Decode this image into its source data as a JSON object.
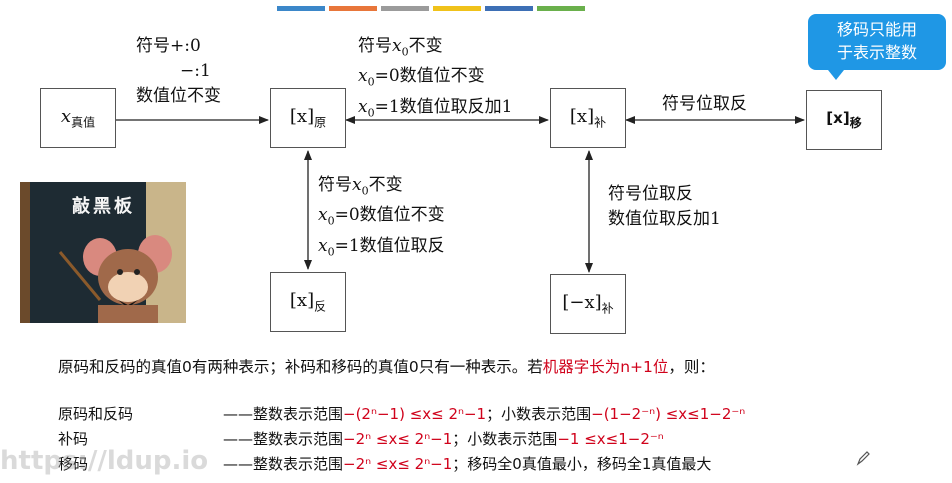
{
  "top_bar_colors": [
    "#3b87c9",
    "#e8763a",
    "#9b9b9b",
    "#f0c21a",
    "#3d6fb5",
    "#6ab04c"
  ],
  "boxes": {
    "true_value": {
      "var": "x",
      "sub": "真值"
    },
    "original": {
      "var": "[x]",
      "sub": "原"
    },
    "complement": {
      "var": "[x]",
      "sub": "补"
    },
    "biased": {
      "var": "[x]",
      "sub": "移"
    },
    "ones": {
      "var": "[x]",
      "sub": "反"
    },
    "neg_complement": {
      "var": "[−x]",
      "sub": "补"
    }
  },
  "labels": {
    "true_to_orig": {
      "line1": "符号+:0",
      "line2": "−:1",
      "line3": "数值位不变"
    },
    "orig_comp": {
      "line1_a": "符号",
      "line1_var": "x",
      "line1_sub": "0",
      "line1_b": "不变",
      "line2_var": "x",
      "line2_sub": "0",
      "line2_rest": "=0数值位不变",
      "line3_var": "x",
      "line3_sub": "0",
      "line3_rest": "=1数值位取反加1"
    },
    "comp_biased": "符号位取反",
    "orig_ones": {
      "line1_a": "符号",
      "line1_var": "x",
      "line1_sub": "0",
      "line1_b": "不变",
      "line2_var": "x",
      "line2_sub": "0",
      "line2_rest": "=0数值位不变",
      "line3_var": "x",
      "line3_sub": "0",
      "line3_rest": "=1数值位取反"
    },
    "comp_neg": {
      "line1": "符号位取反",
      "line2": "数值位取反加1"
    }
  },
  "bubble": {
    "line1": "移码只能用",
    "line2": "于表示整数"
  },
  "blackboard": {
    "title": "敲黑板"
  },
  "summary": {
    "part1": "原码和反码的真值0有两种表示；补码和移码的真值0只有一种表示。若",
    "part2": "机器字长为n+1位",
    "part3": "，则："
  },
  "ranges": [
    {
      "name": "原码和反码",
      "prefix": "——整数表示范围",
      "int_range": "−(2ⁿ−1) ≤x≤ 2ⁿ−1",
      "mid": "；小数表示范围",
      "frac_range": "−(1−2⁻ⁿ) ≤x≤1−2⁻ⁿ",
      "tail": ""
    },
    {
      "name": "补码",
      "prefix": "——整数表示范围",
      "int_range": "−2ⁿ ≤x≤ 2ⁿ−1",
      "mid": "；小数表示范围",
      "frac_range": "−1 ≤x≤1−2⁻ⁿ",
      "tail": ""
    },
    {
      "name": "移码",
      "prefix": "——整数表示范围",
      "int_range": "−2ⁿ ≤x≤ 2ⁿ−1",
      "mid": "；移码全0真值最小，移码全1真值最大",
      "frac_range": "",
      "tail": ""
    }
  ],
  "watermark": "https://ldup.io"
}
